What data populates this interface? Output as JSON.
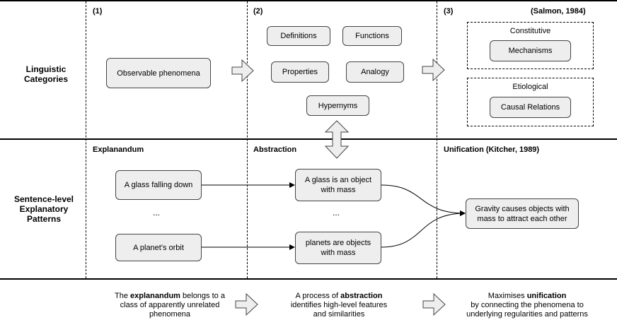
{
  "rows": {
    "linguistic": [
      "Linguistic",
      "Categories"
    ],
    "sentence": [
      "Sentence-level",
      "Explanatory",
      "Patterns"
    ]
  },
  "columns": {
    "num1": "(1)",
    "num2": "(2)",
    "num3": "(3)",
    "citation_top": "(Salmon, 1984)",
    "head1": "Explanandum",
    "head2": "Abstraction",
    "head3": "Unification (Kitcher, 1989)"
  },
  "top": {
    "observable": "Observable phenomena",
    "definitions": "Definitions",
    "functions": "Functions",
    "properties": "Properties",
    "analogy": "Analogy",
    "hypernyms": "Hypernyms",
    "constitutive_title": "Constitutive",
    "mechanisms": "Mechanisms",
    "etiological_title": "Etiological",
    "causal": "Causal Relations"
  },
  "middle": {
    "glass_falling": "A glass falling down",
    "planet_orbit": "A planet's orbit",
    "glass_object": [
      "A glass is an object",
      "with mass"
    ],
    "planets_objects": [
      "planets are objects",
      "with mass"
    ],
    "gravity": [
      "Gravity causes objects with",
      "mass to attract each other"
    ],
    "ellipsis_left": "...",
    "ellipsis_mid": "..."
  },
  "footer": {
    "col1": {
      "line1_pre": "The ",
      "line1_bold": "explanandum",
      "line1_post": " belongs to a",
      "line2": "class of apparently unrelated",
      "line3": "phenomena"
    },
    "col2": {
      "line1_pre": "A process of ",
      "line1_bold": "abstraction",
      "line2": "identifies high-level features",
      "line3": "and similarities"
    },
    "col3": {
      "line1_pre": "Maximises ",
      "line1_bold": "unification",
      "line2": "by connecting the phenomena to",
      "line3": "underlying regularities and patterns"
    }
  }
}
